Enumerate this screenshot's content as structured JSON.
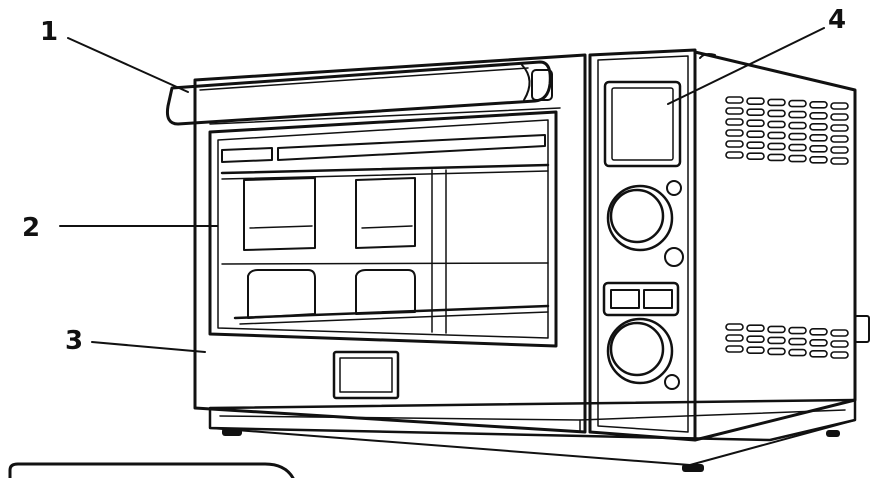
{
  "diagram": {
    "callouts": [
      {
        "id": "1",
        "label": "1"
      },
      {
        "id": "2",
        "label": "2"
      },
      {
        "id": "3",
        "label": "3"
      },
      {
        "id": "4",
        "label": "4"
      }
    ],
    "colors": {
      "line": "#111111",
      "background": "#ffffff"
    }
  }
}
